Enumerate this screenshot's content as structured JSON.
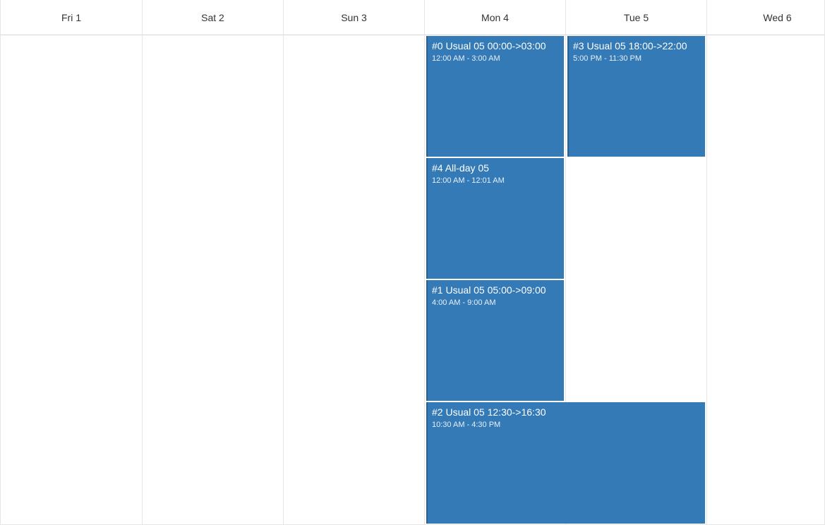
{
  "days": [
    {
      "label": "Fri 1"
    },
    {
      "label": "Sat 2"
    },
    {
      "label": "Sun 3"
    },
    {
      "label": "Mon 4"
    },
    {
      "label": "Tue 5"
    },
    {
      "label": "Wed 6"
    }
  ],
  "events": [
    {
      "title": "#0 Usual 05 00:00->03:00",
      "time": "12:00 AM - 3:00 AM"
    },
    {
      "title": "#3 Usual 05 18:00->22:00",
      "time": "5:00 PM - 11:30 PM"
    },
    {
      "title": "#4 All-day 05",
      "time": "12:00 AM - 12:01 AM"
    },
    {
      "title": "#1 Usual 05 05:00->09:00",
      "time": "4:00 AM - 9:00 AM"
    },
    {
      "title": "#2 Usual 05 12:30->16:30",
      "time": "10:30 AM - 4:30 PM"
    }
  ],
  "colors": {
    "event_background": "#337ab7",
    "event_border": "#286090",
    "event_text": "#ffffff",
    "grid_line": "#e6e6e6",
    "header_text": "#333333"
  }
}
